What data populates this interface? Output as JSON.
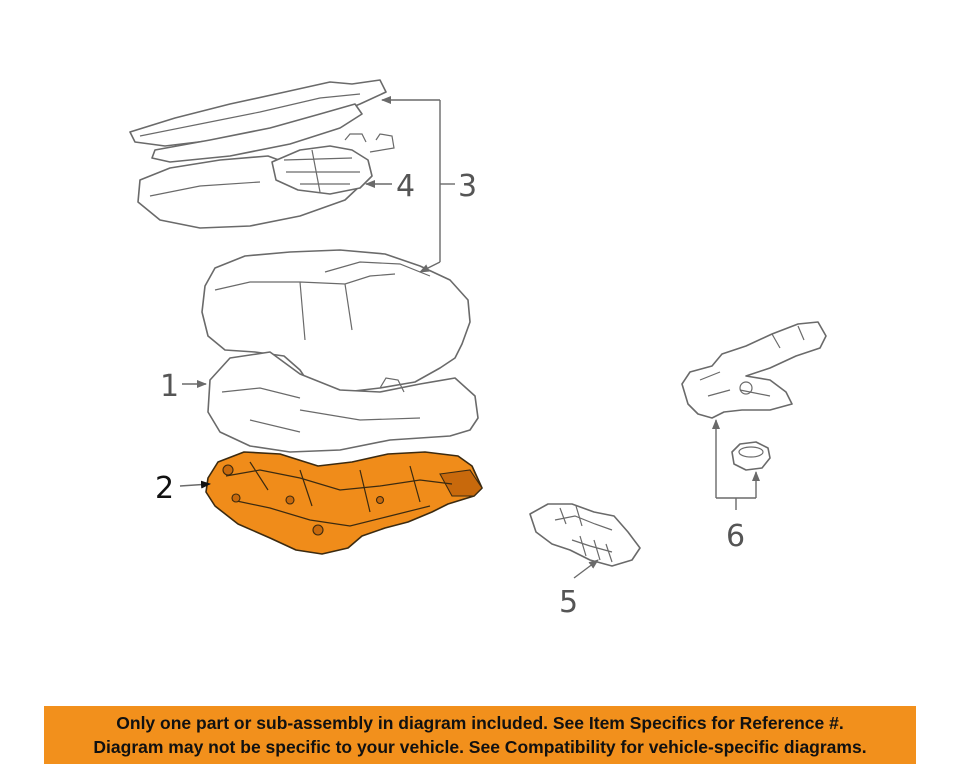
{
  "callouts": {
    "c1": "1",
    "c2": "2",
    "c3": "3",
    "c4": "4",
    "c5": "5",
    "c6": "6"
  },
  "highlight_color": "#f08c1a",
  "banner": {
    "line1": "Only one part or sub-assembly in diagram included. See Item Specifics for Reference #.",
    "line2": "Diagram may not be specific to your vehicle. See Compatibility for vehicle-specific diagrams."
  }
}
